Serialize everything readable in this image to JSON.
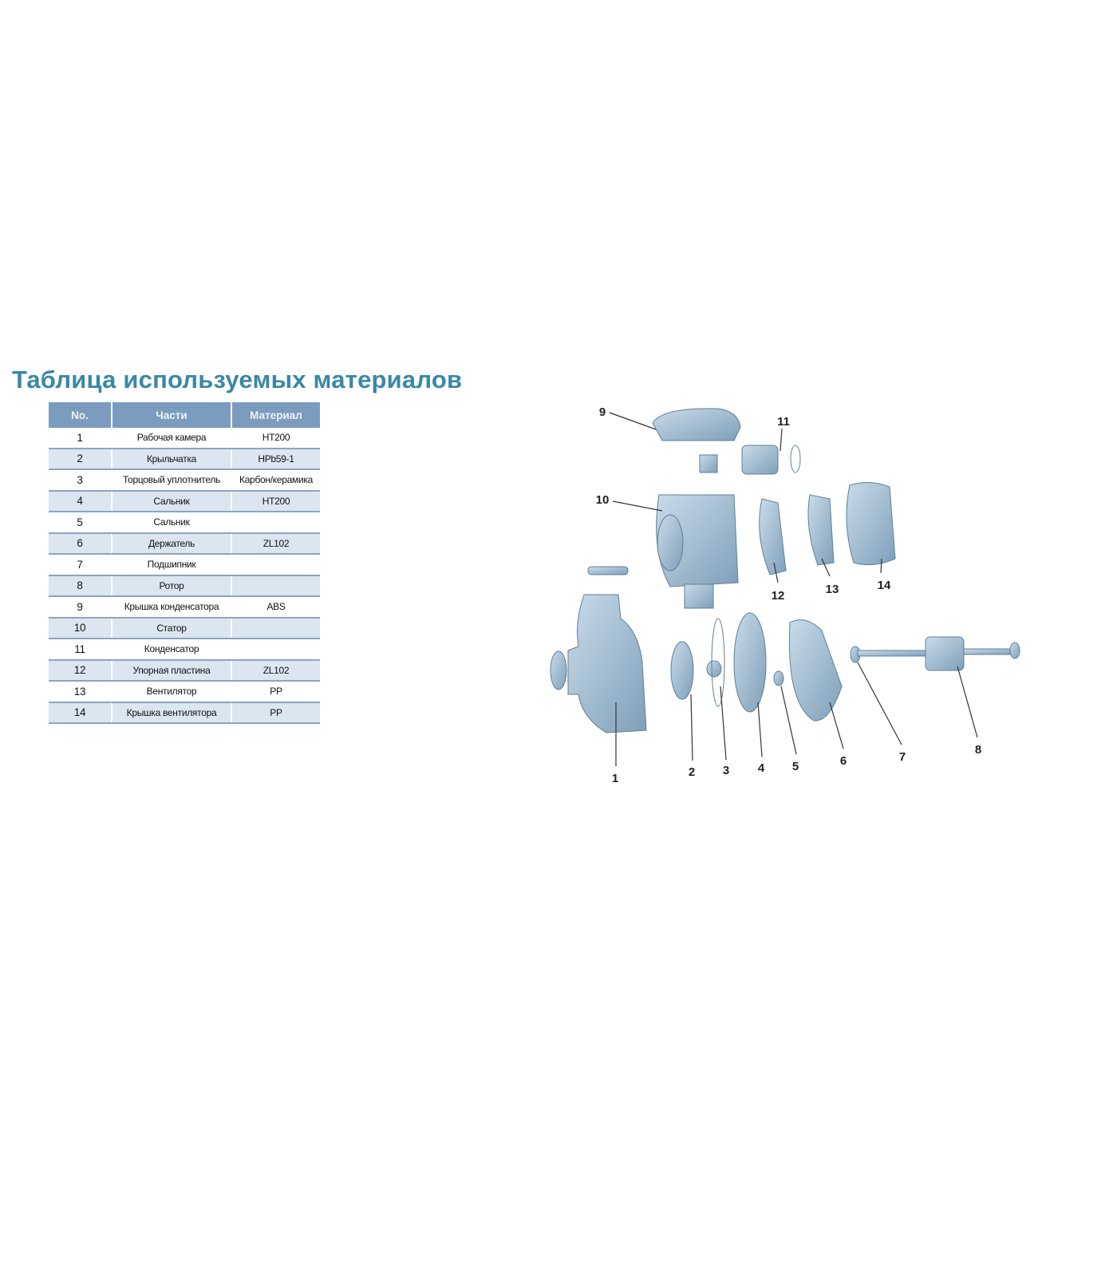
{
  "title": "Таблица используемых материалов",
  "table": {
    "headers": [
      "No.",
      "Части",
      "Материал"
    ],
    "rows": [
      {
        "no": "1",
        "part": "Рабочая камера",
        "material": "HT200"
      },
      {
        "no": "2",
        "part": "Крыльчатка",
        "material": "HPb59-1"
      },
      {
        "no": "3",
        "part": "Торцовый уплотнитель",
        "material": "Карбон/керамика"
      },
      {
        "no": "4",
        "part": "Сальник",
        "material": "HT200"
      },
      {
        "no": "5",
        "part": "Сальник",
        "material": ""
      },
      {
        "no": "6",
        "part": "Держатель",
        "material": "ZL102"
      },
      {
        "no": "7",
        "part": "Подшипник",
        "material": ""
      },
      {
        "no": "8",
        "part": "Ротор",
        "material": ""
      },
      {
        "no": "9",
        "part": "Крышка конденсатора",
        "material": "ABS"
      },
      {
        "no": "10",
        "part": "Статор",
        "material": ""
      },
      {
        "no": "11",
        "part": "Конденсатор",
        "material": ""
      },
      {
        "no": "12",
        "part": "Упорная пластина",
        "material": "ZL102"
      },
      {
        "no": "13",
        "part": "Вентилятор",
        "material": "PP"
      },
      {
        "no": "14",
        "part": "Крышка вентилятора",
        "material": "PP"
      }
    ]
  },
  "diagram": {
    "labels": [
      "1",
      "2",
      "3",
      "4",
      "5",
      "6",
      "7",
      "8",
      "9",
      "10",
      "11",
      "12",
      "13",
      "14"
    ],
    "colors": {
      "part": "#a9c4d8",
      "part_dark": "#6f93b0",
      "title": "#3a88a6",
      "header": "#7b9cbf",
      "alt_row": "#dbe6f0"
    }
  }
}
